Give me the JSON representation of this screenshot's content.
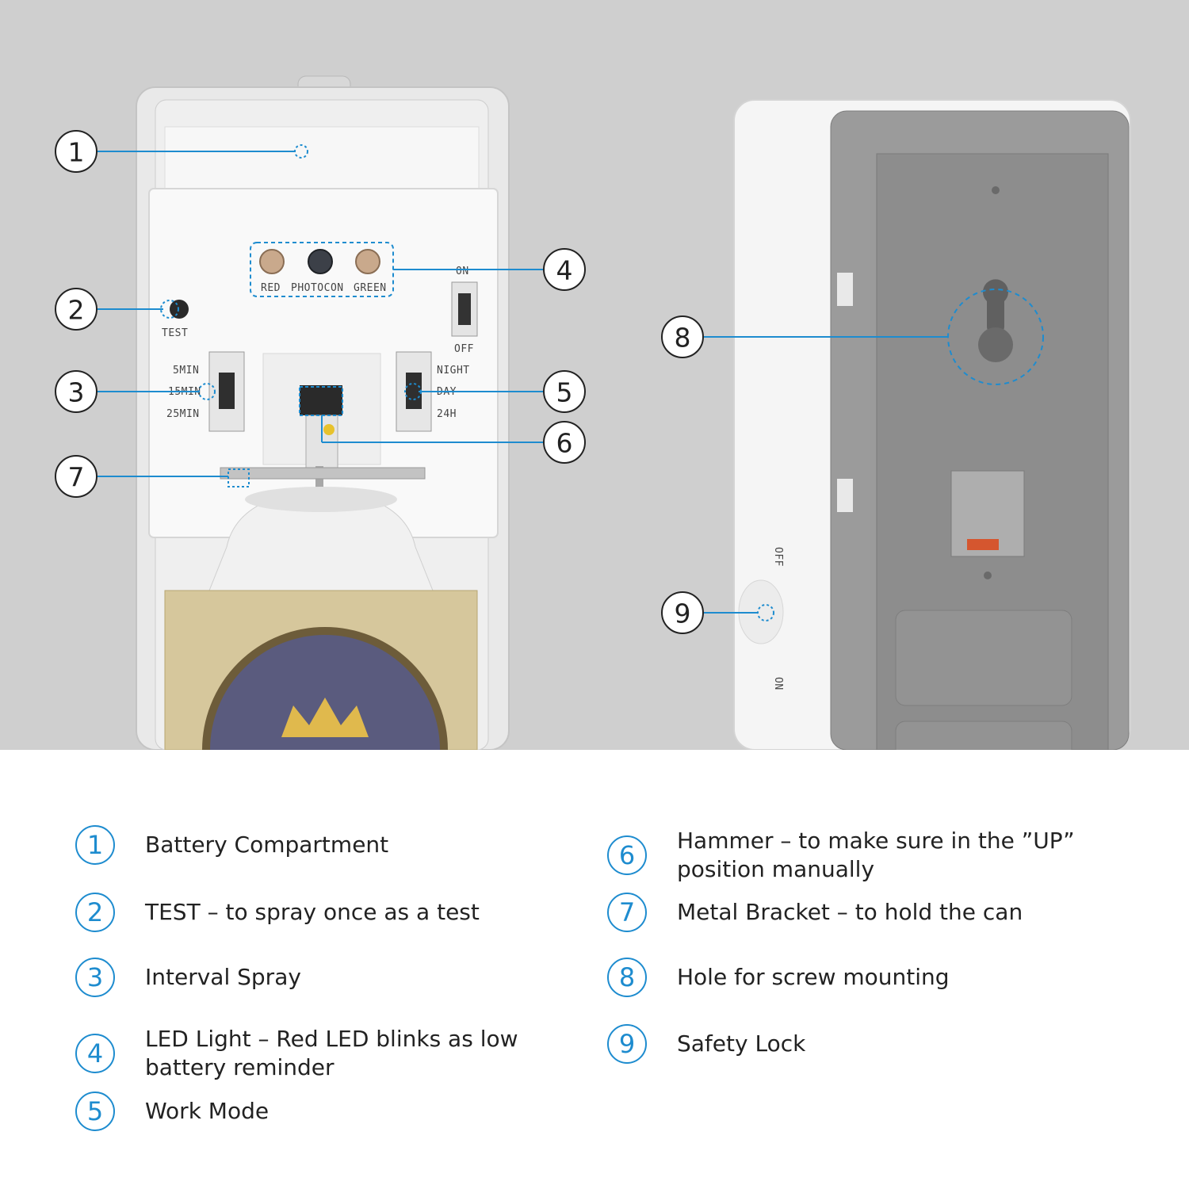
{
  "device_labels": {
    "red": "RED",
    "photocon": "PHOTOCON",
    "green": "GREEN",
    "test": "TEST",
    "on": "ON",
    "off": "OFF",
    "min5": "5MIN",
    "min15": "15MIN",
    "min25": "25MIN",
    "night": "NIGHT",
    "day": "DAY",
    "h24": "24H",
    "lock_off": "OFF",
    "lock_on": "ON"
  },
  "callouts": [
    "1",
    "2",
    "3",
    "4",
    "5",
    "6",
    "7",
    "8",
    "9"
  ],
  "legend": [
    {
      "number": "1",
      "text": "Battery Compartment"
    },
    {
      "number": "2",
      "text": "TEST – to spray once as a test"
    },
    {
      "number": "3",
      "text": "Interval Spray"
    },
    {
      "number": "4",
      "text": "LED Light – Red LED blinks as low battery reminder"
    },
    {
      "number": "5",
      "text": "Work Mode"
    },
    {
      "number": "6",
      "text": "Hammer – to make sure in the ”UP” position manually"
    },
    {
      "number": "7",
      "text": "Metal Bracket – to hold the can"
    },
    {
      "number": "8",
      "text": "Hole for screw mounting"
    },
    {
      "number": "9",
      "text": "Safety Lock"
    }
  ],
  "colors": {
    "accent": "#1e8ccf",
    "photo_bg": "#cfcfcf",
    "device_grey": "#8d8d8d"
  }
}
